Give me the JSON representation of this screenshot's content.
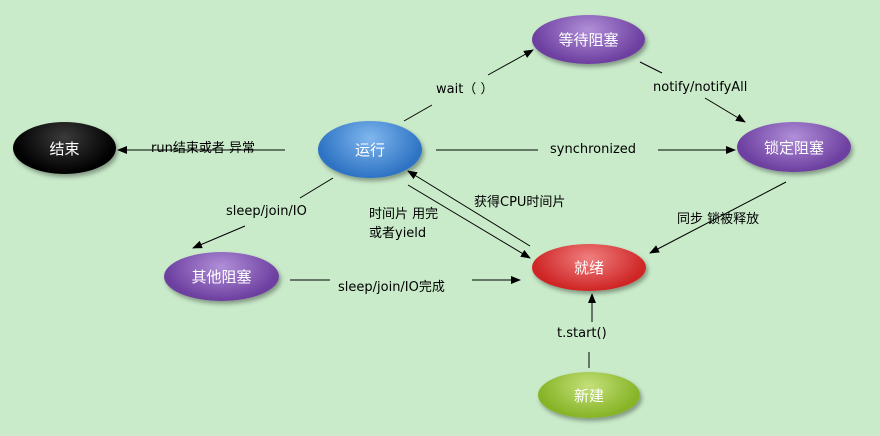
{
  "colors": {
    "background": "#c9ebca",
    "purple": "#7a4aa8",
    "blue": "#3e86d2",
    "black": "#000000",
    "red": "#d93030",
    "green": "#8bbb2e"
  },
  "nodes": {
    "end": "结束",
    "running": "运行",
    "waiting": "等待阻塞",
    "locked": "锁定阻塞",
    "other": "其他阻塞",
    "ready": "就绪",
    "new": "新建"
  },
  "edges": {
    "run_end": "run结束或者 异常",
    "wait": "wait（ ）",
    "notify": "notify/notifyAll",
    "synchronized": "synchronized",
    "sleep": "sleep/join/IO",
    "timeslice_line1": "时间片 用完",
    "timeslice_line2": "或者yield",
    "get_cpu": "获得CPU时间片",
    "lock_release": "同步 锁被释放",
    "sleep_done": "sleep/join/IO完成",
    "start": "t.start()"
  }
}
